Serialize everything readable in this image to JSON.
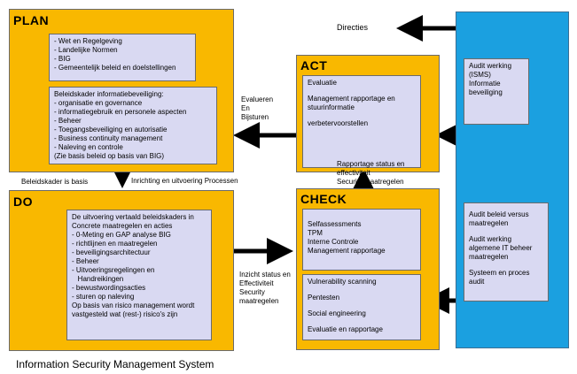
{
  "plan": {
    "title": "PLAN",
    "box1": [
      "- Wet en Regelgeving",
      "- Landelijke Normen",
      "- BIG",
      "- Gemeentelijk beleid en doelstellingen"
    ],
    "box2": [
      "Beleidskader informatiebeveiliging:",
      "- organisatie en governance",
      "- informatiegebruik en personele aspecten",
      "- Beheer",
      "- Toegangsbeveiliging en autorisatie",
      "- Business continuity management",
      "- Naleving en controle",
      "(Zie basis beleid op basis van BIG)"
    ]
  },
  "act": {
    "title": "ACT",
    "items": [
      "Evaluatie",
      "Management rapportage en stuurinformatie",
      "verbetervoorstellen"
    ]
  },
  "do": {
    "title": "DO",
    "items": [
      "De uitvoering vertaald beleidskaders in",
      "Concrete maatregelen en acties",
      "",
      "- 0-Meting en GAP analyse BIG",
      "- richtlijnen en maatregelen",
      "- beveiligingsarchitectuur",
      "- Beheer",
      "- Uitvoeringsregelingen en",
      "   Handreikingen",
      "- bewustwordingsacties",
      "- sturen op naleving",
      "",
      "Op basis van risico management wordt",
      "vastgesteld wat (rest-) risico's zijn"
    ]
  },
  "check": {
    "title": "CHECK",
    "box1": [
      "Selfassessments",
      "TPM",
      "Interne Controle",
      "Management rapportage"
    ],
    "box2": [
      "Vulnerability scanning",
      "Pentesten",
      "Social engineering",
      "Evaluatie en rapportage"
    ]
  },
  "side": {
    "box1": [
      "Audit werking",
      "(ISMS)",
      "Informatie",
      "beveiliging"
    ],
    "box2a": [
      "Audit beleid versus",
      "maatregelen"
    ],
    "box2b": [
      "Audit werking",
      "algemene IT beheer",
      "maatregelen"
    ],
    "box2c": [
      "Systeem en proces",
      "audit"
    ]
  },
  "labels": {
    "directies": "Directies",
    "evalueren": [
      "Evalueren",
      "En",
      "Bijsturen"
    ],
    "beleidskader": "Beleidskader is basis",
    "inrichting": "Inrichting en uitvoering Processen",
    "rapportage": [
      "Rapportage status en",
      "effectiviteit",
      "Security maatregelen"
    ],
    "inzicht": [
      "Inzicht status en",
      "Effectiviteit",
      "Security",
      "maatregelen"
    ]
  },
  "caption": "Information Security Management System",
  "colors": {
    "orange": "#f9b800",
    "lavender": "#d9d9f2",
    "blue": "#1ba0e0",
    "arrow": "#000000"
  }
}
